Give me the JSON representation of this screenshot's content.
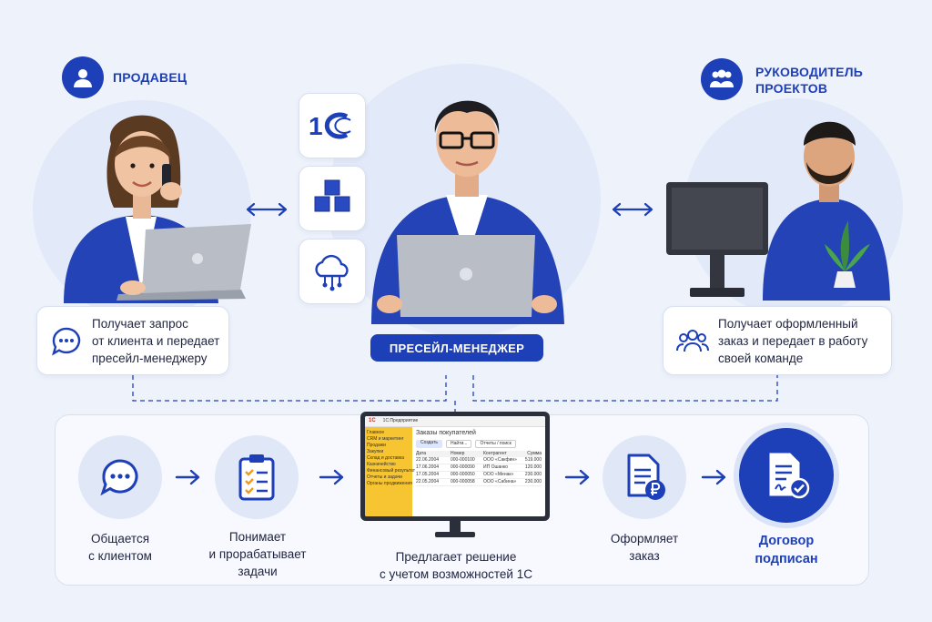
{
  "roles": {
    "seller": {
      "title": "ПРОДАВЕЦ",
      "card_lines": [
        "Получает запрос",
        "от клиента и передает",
        "пресейл-менеджеру"
      ]
    },
    "manager": {
      "title_lines": [
        "РУКОВОДИТЕЛЬ",
        "ПРОЕКТОВ"
      ],
      "card_lines": [
        "Получает оформленный",
        "заказ и передает в работу",
        "своей команде"
      ]
    },
    "presale": {
      "badge": "ПРЕСЕЙЛ-МЕНЕДЖЕР"
    }
  },
  "tiles": [
    "1c-logo-icon",
    "cubes-icon",
    "cloud-network-icon"
  ],
  "steps": [
    {
      "lines": [
        "Общается",
        "с клиентом"
      ],
      "icon": "chat-bubble-icon"
    },
    {
      "lines": [
        "Понимает",
        "и прорабатывает",
        "задачи"
      ],
      "icon": "clipboard-checklist-icon"
    },
    {
      "lines": [
        "Предлагает решение",
        "с учетом возможностей 1С"
      ],
      "icon": "monitor-icon"
    },
    {
      "lines": [
        "Оформляет",
        "заказ"
      ],
      "icon": "document-ruble-icon"
    },
    {
      "lines": [
        "Договор",
        "подписан"
      ],
      "icon": "signed-contract-icon"
    }
  ],
  "app_window": {
    "logo": "1С",
    "title": "1С:Предприятие",
    "doc_title": "Заказы покупателей",
    "toolbar": [
      "Создать",
      "Найти...",
      "Отчеты / поиск"
    ],
    "columns": [
      "Дата",
      "Номер",
      "Контрагент",
      "Сумма"
    ],
    "rows": [
      [
        "22.06.2004",
        "000-000100",
        "ООО «Сакфин»",
        "519.000"
      ],
      [
        "17.06.2004",
        "000-000090",
        "ИП Ошанко",
        "120.000"
      ],
      [
        "17.05.2004",
        "000-000050",
        "ООО «Менак»",
        "230.000"
      ],
      [
        "22.05.2004",
        "000-000058",
        "ООО «Сабина»",
        "230.000"
      ]
    ],
    "sidebar": [
      "Главное",
      "CRM и маркетинг",
      "Продажи",
      "Закупки",
      "Склад и доставка",
      "Казначейство",
      "Финансовый результат",
      "Отчеты и задачи",
      "Органы продвижения"
    ]
  },
  "colors": {
    "brand": "#1d3fb8",
    "accent_yellow": "#f7c531",
    "background": "#eef2fb"
  }
}
